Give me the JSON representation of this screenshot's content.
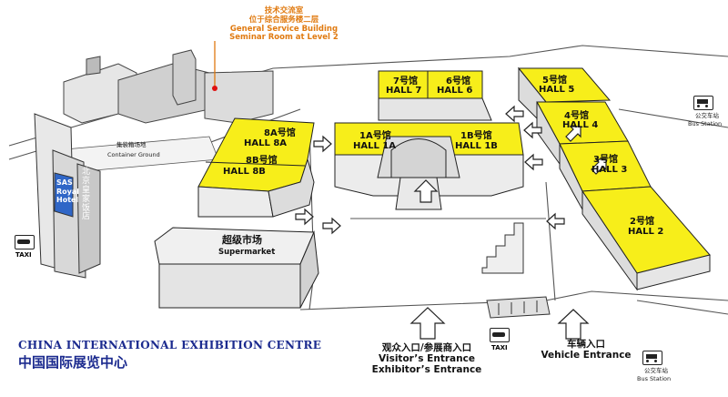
{
  "halls": {
    "h8a": {
      "cn": "8A号馆",
      "en": "HALL 8A"
    },
    "h8b": {
      "cn": "8B号馆",
      "en": "HALL 8B"
    },
    "h7": {
      "cn": "7号馆",
      "en": "HALL 7"
    },
    "h6": {
      "cn": "6号馆",
      "en": "HALL 6"
    },
    "h1a": {
      "cn": "1A号馆",
      "en": "HALL 1A"
    },
    "h1b": {
      "cn": "1B号馆",
      "en": "HALL 1B"
    },
    "h5": {
      "cn": "5号馆",
      "en": "HALL 5"
    },
    "h4": {
      "cn": "4号馆",
      "en": "HALL 4"
    },
    "h3": {
      "cn": "3号馆",
      "en": "HALL 3"
    },
    "h2": {
      "cn": "2号馆",
      "en": "HALL 2"
    }
  },
  "seminar": {
    "cn1": "技术交流室",
    "cn2": "位于综合服务楼二层",
    "en1": "General Service Building",
    "en2": "Seminar Room at Level 2"
  },
  "container": {
    "cn": "集装箱场地",
    "en": "Container Ground"
  },
  "hotel": {
    "en1": "SAS",
    "en2": "Royal",
    "en3": "Hotel",
    "cn": "北京皇家饭店"
  },
  "supermarket": {
    "cn": "超级市场",
    "en": "Supermarket"
  },
  "bus_top": {
    "cn": "公交车站",
    "en": "Bus Station"
  },
  "bus_bottom": {
    "cn": "公交车站",
    "en": "Bus Station"
  },
  "taxi": {
    "left": "TAXI",
    "bottom": "TAXI"
  },
  "visitor": {
    "cn": "观众入口/参展商入口",
    "en1": "Visitor’s Entrance",
    "en2": "Exhibitor’s Entrance"
  },
  "vehicle": {
    "cn": "车辆入口",
    "en": "Vehicle Entrance"
  },
  "centre": {
    "en": "CHINA INTERNATIONAL EXHIBITION CENTRE",
    "cn": "中国国际展览中心"
  },
  "colors": {
    "hall": "#f7ee1a",
    "title": "#1c2b8f",
    "seminar": "#e07a10",
    "line": "#222222"
  }
}
